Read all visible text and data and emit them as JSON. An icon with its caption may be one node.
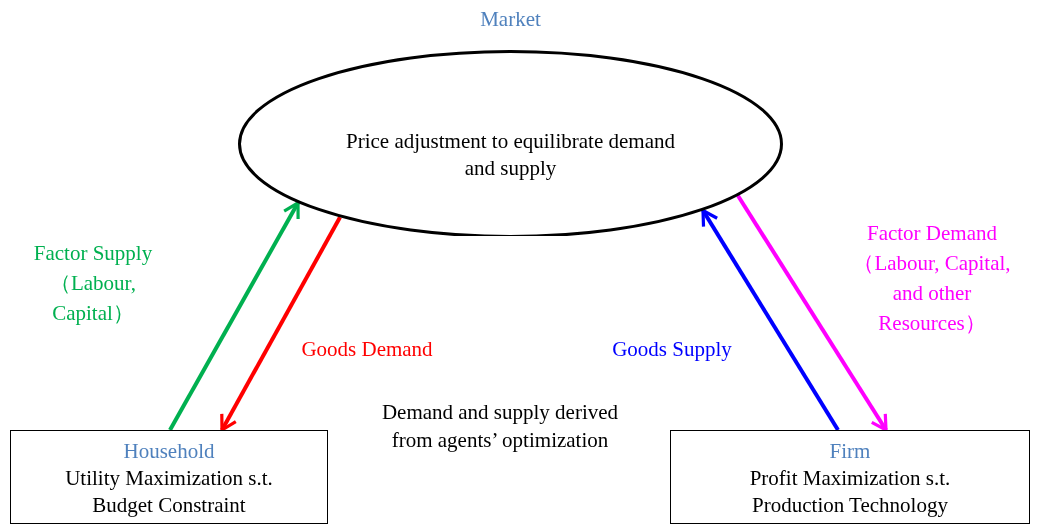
{
  "diagram": {
    "nodes": [
      {
        "text": [
          "Market",
          "Price adjustment to equilibrate demand and supply"
        ]
      },
      {
        "text": [
          "Household",
          "Utility Maximization s.t. Budget Constraint"
        ]
      },
      {
        "text": [
          "Firm",
          "Profit Maximization s.t. Production Technology"
        ]
      }
    ],
    "edges": [
      {
        "from": 1,
        "to": 0,
        "arrow": "to",
        "label": "Factor Supply （Labour, Capital）",
        "color": "#00b050"
      },
      {
        "from": 0,
        "to": 1,
        "arrow": "to",
        "label": "Goods Demand",
        "color": "#ff0000"
      },
      {
        "from": 2,
        "to": 0,
        "arrow": "to",
        "label": "Goods Supply",
        "color": "#0000ff"
      },
      {
        "from": 0,
        "to": 2,
        "arrow": "to",
        "label": "Factor Demand （Labour, Capital, and other Resources）",
        "color": "#ff00ff"
      }
    ],
    "labels": [
      "Demand and supply derived from agents’ optimization"
    ]
  }
}
